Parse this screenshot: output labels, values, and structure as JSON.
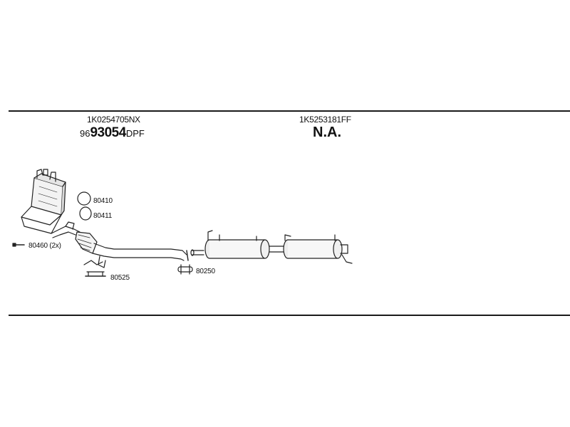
{
  "parts": [
    {
      "part_number": "1K0254705NX",
      "code_prefix": "96",
      "code_main": "93054",
      "code_suffix": "DPF"
    },
    {
      "part_number": "1K5253181FF",
      "code": "N.A."
    }
  ],
  "refs": {
    "r80410": "80410",
    "r80411": "80411",
    "r80460": "80460 (2x)",
    "r80525": "80525",
    "r80250": "80250"
  }
}
